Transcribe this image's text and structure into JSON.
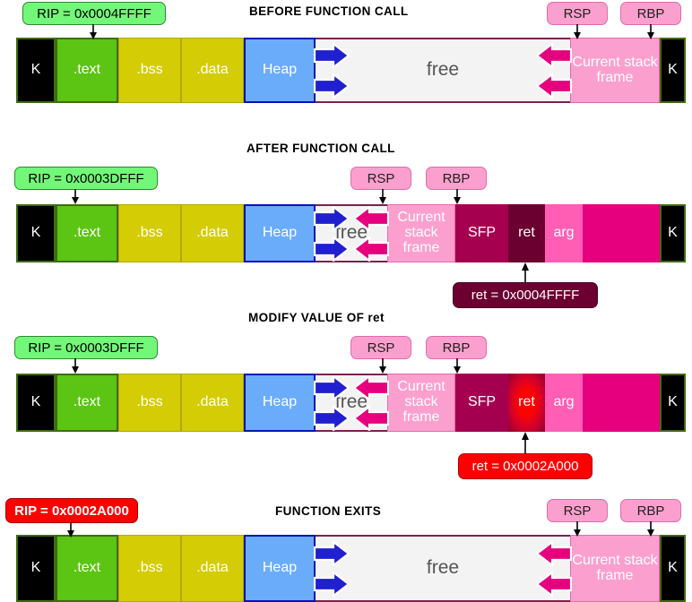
{
  "diagram": {
    "title_font_color": "#000000",
    "sections": [
      {
        "id": "before",
        "title": "BEFORE FUNCTION CALL",
        "callouts": [
          {
            "name": "rip-callout",
            "text": "RIP = 0x0004FFFF",
            "style": "green"
          },
          {
            "name": "rsp-callout",
            "text": "RSP",
            "style": "pink"
          },
          {
            "name": "rbp-callout",
            "text": "RBP",
            "style": "pink"
          }
        ],
        "segments": [
          {
            "name": "kernel-left",
            "label": "K",
            "kind": "kernel"
          },
          {
            "name": "text-segment",
            "label": ".text",
            "kind": "text"
          },
          {
            "name": "bss-segment",
            "label": ".bss",
            "kind": "bss"
          },
          {
            "name": "data-segment",
            "label": ".data",
            "kind": "data"
          },
          {
            "name": "heap-segment",
            "label": "Heap",
            "kind": "heap"
          },
          {
            "name": "free-segment",
            "label": "free",
            "kind": "free"
          },
          {
            "name": "current-stack-frame",
            "label": "Current stack frame",
            "kind": "stack"
          },
          {
            "name": "kernel-right",
            "label": "K",
            "kind": "kernel-r"
          }
        ]
      },
      {
        "id": "after",
        "title": "AFTER FUNCTION CALL",
        "callouts": [
          {
            "name": "rip-callout",
            "text": "RIP = 0x0003DFFF",
            "style": "green"
          },
          {
            "name": "rsp-callout",
            "text": "RSP",
            "style": "pink"
          },
          {
            "name": "rbp-callout",
            "text": "RBP",
            "style": "pink"
          },
          {
            "name": "ret-value-callout",
            "text": "ret = 0x0004FFFF",
            "style": "dark-maroon"
          }
        ],
        "segments": [
          {
            "name": "kernel-left",
            "label": "K",
            "kind": "kernel"
          },
          {
            "name": "text-segment",
            "label": ".text",
            "kind": "text"
          },
          {
            "name": "bss-segment",
            "label": ".bss",
            "kind": "bss"
          },
          {
            "name": "data-segment",
            "label": ".data",
            "kind": "data"
          },
          {
            "name": "heap-segment",
            "label": "Heap",
            "kind": "heap"
          },
          {
            "name": "free-segment",
            "label": "free",
            "kind": "free"
          },
          {
            "name": "current-stack-frame",
            "label": "Current stack frame",
            "kind": "stack"
          },
          {
            "name": "sfp-segment",
            "label": "SFP",
            "kind": "sfp"
          },
          {
            "name": "ret-segment",
            "label": "ret",
            "kind": "ret"
          },
          {
            "name": "arg-segment",
            "label": "arg",
            "kind": "arg"
          },
          {
            "name": "used-stack-segment",
            "label": "",
            "kind": "used"
          },
          {
            "name": "kernel-right",
            "label": "K",
            "kind": "kernel-r"
          }
        ]
      },
      {
        "id": "modify",
        "title": "MODIFY VALUE OF ret",
        "callouts": [
          {
            "name": "rip-callout",
            "text": "RIP = 0x0003DFFF",
            "style": "green"
          },
          {
            "name": "rsp-callout",
            "text": "RSP",
            "style": "pink"
          },
          {
            "name": "rbp-callout",
            "text": "RBP",
            "style": "pink"
          },
          {
            "name": "ret-value-callout",
            "text": "ret = 0x0002A000",
            "style": "red"
          }
        ],
        "segments": [
          {
            "name": "kernel-left",
            "label": "K",
            "kind": "kernel"
          },
          {
            "name": "text-segment",
            "label": ".text",
            "kind": "text"
          },
          {
            "name": "bss-segment",
            "label": ".bss",
            "kind": "bss"
          },
          {
            "name": "data-segment",
            "label": ".data",
            "kind": "data"
          },
          {
            "name": "heap-segment",
            "label": "Heap",
            "kind": "heap"
          },
          {
            "name": "free-segment",
            "label": "free",
            "kind": "free"
          },
          {
            "name": "current-stack-frame",
            "label": "Current stack frame",
            "kind": "stack"
          },
          {
            "name": "sfp-segment",
            "label": "SFP",
            "kind": "sfp"
          },
          {
            "name": "ret-segment",
            "label": "ret",
            "kind": "ret-hot"
          },
          {
            "name": "arg-segment",
            "label": "arg",
            "kind": "arg"
          },
          {
            "name": "used-stack-segment",
            "label": "",
            "kind": "used"
          },
          {
            "name": "kernel-right",
            "label": "K",
            "kind": "kernel-r"
          }
        ]
      },
      {
        "id": "exits",
        "title": "FUNCTION EXITS",
        "callouts": [
          {
            "name": "rip-callout",
            "text": "RIP = 0x0002A000",
            "style": "red"
          },
          {
            "name": "rsp-callout",
            "text": "RSP",
            "style": "pink"
          },
          {
            "name": "rbp-callout",
            "text": "RBP",
            "style": "pink"
          }
        ],
        "segments": [
          {
            "name": "kernel-left",
            "label": "K",
            "kind": "kernel"
          },
          {
            "name": "text-segment",
            "label": ".text",
            "kind": "text"
          },
          {
            "name": "bss-segment",
            "label": ".bss",
            "kind": "bss"
          },
          {
            "name": "data-segment",
            "label": ".data",
            "kind": "data"
          },
          {
            "name": "heap-segment",
            "label": "Heap",
            "kind": "heap"
          },
          {
            "name": "free-segment",
            "label": "free",
            "kind": "free"
          },
          {
            "name": "current-stack-frame",
            "label": "Current stack frame",
            "kind": "stack"
          },
          {
            "name": "kernel-right",
            "label": "K",
            "kind": "kernel-r"
          }
        ]
      }
    ],
    "colors": {
      "kernel": "#000000",
      "text": "#5cc413",
      "bss_data": "#d4cc05",
      "heap": "#6bacfa",
      "free": "#f4f3f3",
      "stack_frame": "#fba0ce",
      "sfp": "#a50050",
      "ret": "#6b0030",
      "ret_modified": "#ff0000",
      "arg": "#ff5eb4",
      "used_stack": "#e6007e",
      "heap_arrow": "#2020d0",
      "stack_arrow": "#e6007e",
      "rip_bubble": "#73f779",
      "reg_bubble": "#fba0ce",
      "alert": "#ff0000"
    }
  }
}
